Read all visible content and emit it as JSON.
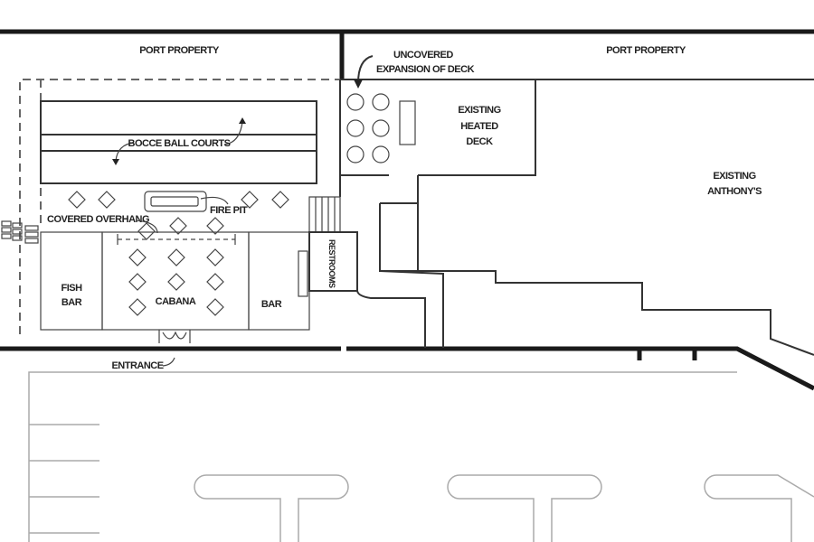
{
  "labels": {
    "port_property_left": "PORT PROPERTY",
    "port_property_right": "PORT PROPERTY",
    "uncovered_1": "UNCOVERED",
    "uncovered_2": "EXPANSION OF DECK",
    "heated_1": "EXISTING",
    "heated_2": "HEATED",
    "heated_3": "DECK",
    "anthonys_1": "EXISTING",
    "anthonys_2": "ANTHONY'S",
    "bocce": "BOCCE BALL COURTS",
    "fire_pit": "FIRE PIT",
    "covered_overhang": "COVERED OVERHANG",
    "restrooms": "RESTROOMS",
    "fish_bar_1": "FISH",
    "fish_bar_2": "BAR",
    "cabana": "CABANA",
    "bar": "BAR",
    "entrance": "ENTRANCE"
  }
}
